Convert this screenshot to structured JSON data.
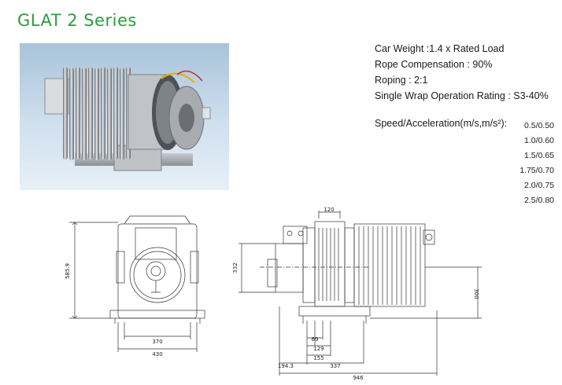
{
  "title": "GLAT 2 Series",
  "specs": [
    "Car Weight :1.4 x Rated Load",
    "Rope Compensation : 90%",
    "Roping : 2:1",
    "Single Wrap Operation Rating : S3-40%"
  ],
  "speed": {
    "label": "Speed/Acceleration(m/s,m/s²):",
    "values": [
      "0.5/0.50",
      "1.0/0.60",
      "1.5/0.65",
      "1.75/0.70",
      "2.0/0.75",
      "2.5/0.80"
    ]
  },
  "dimensions": {
    "height_front": "585.9",
    "width_inner": "370",
    "width_outer": "430",
    "top_width": "120",
    "height_side": "332",
    "height_axis": "300",
    "d69": "69",
    "d129": "129",
    "d155": "155",
    "d194": "194.3",
    "d337": "337",
    "d946": "946"
  },
  "colors": {
    "title": "#2f9a3f"
  }
}
